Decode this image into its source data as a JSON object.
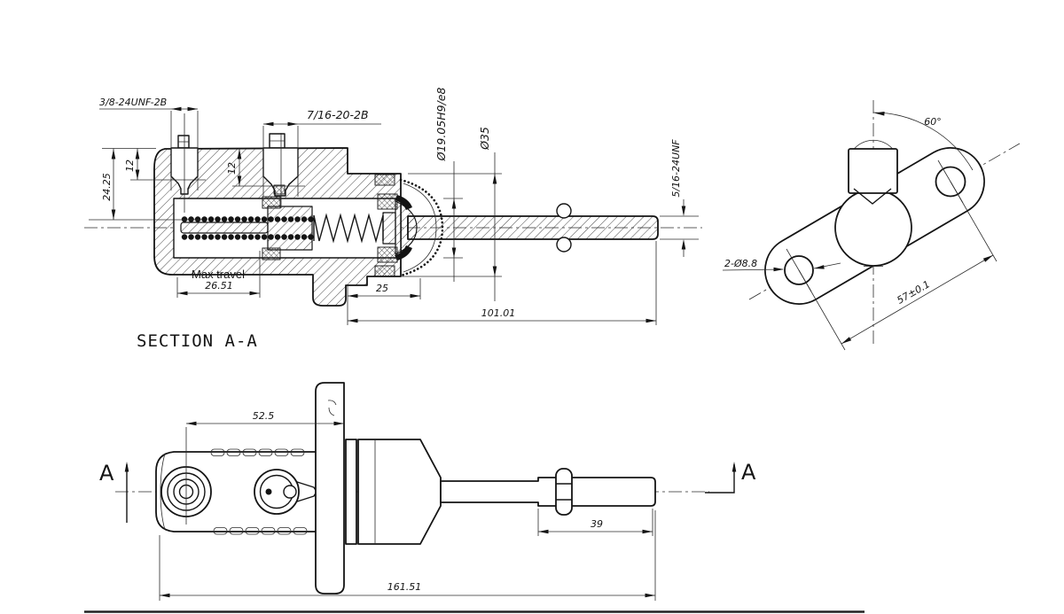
{
  "section_view": {
    "title": "SECTION A-A",
    "port_left_thread": "3/8-24UNF-2B",
    "port_right_thread": "7/16-20-2B",
    "bore_diameter": "Ø19.05H9/e8",
    "body_diameter": "Ø35",
    "rod_thread": "5/16-24UNF",
    "body_height": "24.25",
    "port_left_depth": "12",
    "port_right_depth": "12",
    "max_travel_label": "Max travel",
    "max_travel_value": "26.51",
    "cap_length": "25",
    "rod_length": "101.01"
  },
  "flange_view": {
    "port_angle": "60°",
    "mount_holes": "2-Ø8.8",
    "hole_spacing": "57±0.1"
  },
  "plan_view": {
    "port_to_flange": "52.5",
    "thread_length": "39",
    "overall_length": "161.51",
    "section_label_left": "A",
    "section_label_right": "A"
  }
}
